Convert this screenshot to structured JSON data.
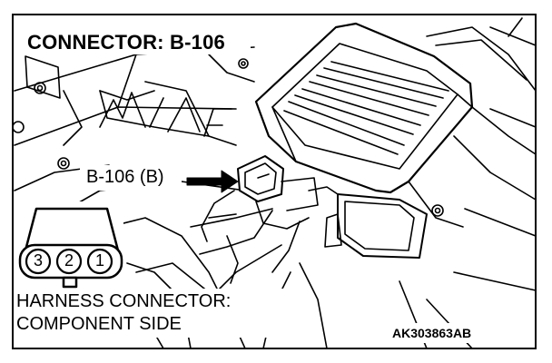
{
  "title": "CONNECTOR: B-106",
  "callout_label": "B-106 (B)",
  "harness_line1": "HARNESS CONNECTOR:",
  "harness_line2": "COMPONENT SIDE",
  "figure_code": "AK303863AB",
  "pins": [
    "3",
    "2",
    "1"
  ],
  "colors": {
    "line": "#000000",
    "background": "#ffffff"
  }
}
